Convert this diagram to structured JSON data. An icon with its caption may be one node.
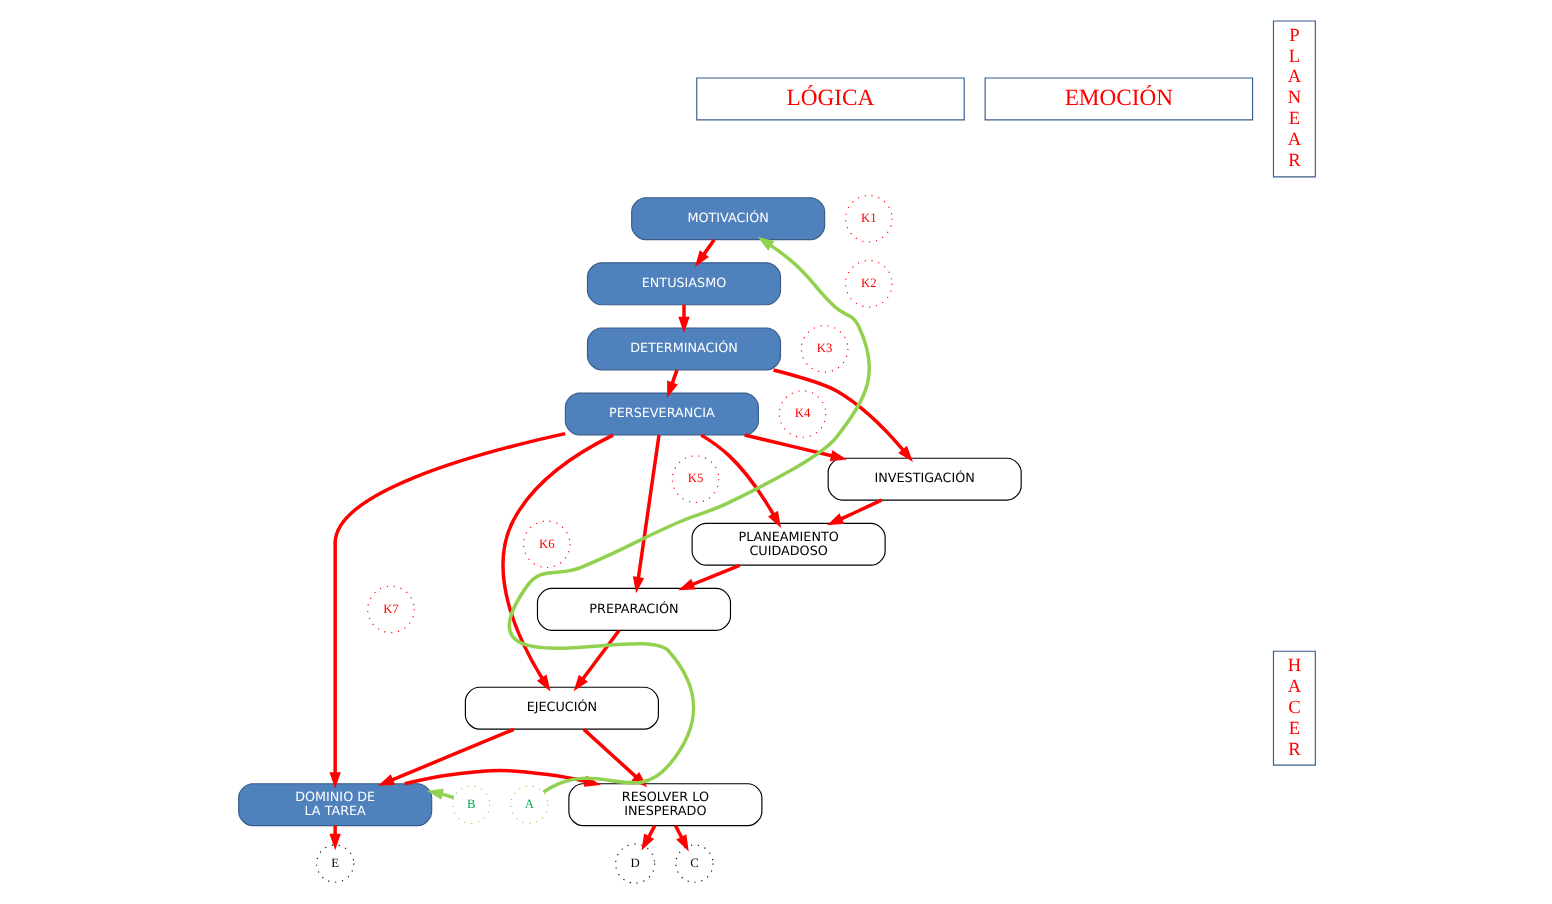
{
  "diagram": {
    "nodes": [
      {
        "text": [
          "LÓGICA"
        ]
      },
      {
        "text": [
          "EMOCIÓN"
        ]
      },
      {
        "text": [
          "PLANEAR"
        ]
      },
      {
        "text": [
          "HACER"
        ]
      },
      {
        "text": [
          "MOTIVACIÓN"
        ]
      },
      {
        "text": [
          "K1"
        ]
      },
      {
        "text": [
          "ENTUSIASMO"
        ]
      },
      {
        "text": [
          "K2"
        ]
      },
      {
        "text": [
          "DETERMINACIÓN"
        ]
      },
      {
        "text": [
          "K3"
        ]
      },
      {
        "text": [
          "PERSEVERANCIA"
        ]
      },
      {
        "text": [
          "K4"
        ]
      },
      {
        "text": [
          "INVESTIGACIÓN"
        ]
      },
      {
        "text": [
          "K5"
        ]
      },
      {
        "text": [
          "PLANEAMIENTO CUIDADOSO"
        ]
      },
      {
        "text": [
          "K6"
        ]
      },
      {
        "text": [
          "PREPARACIÓN"
        ]
      },
      {
        "text": [
          "K7"
        ]
      },
      {
        "text": [
          "EJECUCIÓN"
        ]
      },
      {
        "text": [
          "RESOLVER LO INESPERADO"
        ]
      },
      {
        "text": [
          "DOMINIO DE LA TAREA"
        ]
      },
      {
        "text": [
          "A"
        ]
      },
      {
        "text": [
          "C"
        ]
      },
      {
        "text": [
          "D"
        ]
      },
      {
        "text": [
          "E"
        ]
      },
      {
        "text": [
          "B"
        ]
      }
    ],
    "edges": [
      {
        "from": 21,
        "to": 4,
        "arrow": "to",
        "color": "#92d050"
      },
      {
        "from": 4,
        "to": 6,
        "arrow": "to"
      },
      {
        "from": 6,
        "to": 8,
        "arrow": "to"
      },
      {
        "from": 8,
        "to": 10,
        "arrow": "to"
      },
      {
        "from": 8,
        "to": 12,
        "arrow": "to"
      },
      {
        "from": 10,
        "to": 12,
        "arrow": "to"
      },
      {
        "from": 10,
        "to": 14,
        "arrow": "to"
      },
      {
        "from": 10,
        "to": 16,
        "arrow": "to"
      },
      {
        "from": 10,
        "to": 18,
        "arrow": "to"
      },
      {
        "from": 10,
        "to": 20,
        "arrow": "to"
      },
      {
        "from": 12,
        "to": 14,
        "arrow": "to"
      },
      {
        "from": 14,
        "to": 16,
        "arrow": "to"
      },
      {
        "from": 16,
        "to": 18,
        "arrow": "to"
      },
      {
        "from": 18,
        "to": 19,
        "arrow": "to"
      },
      {
        "from": 18,
        "to": 20,
        "arrow": "to"
      },
      {
        "from": 20,
        "to": 19,
        "arrow": "to"
      },
      {
        "from": 25,
        "to": 20,
        "arrow": "to",
        "color": "#92d050"
      },
      {
        "from": 19,
        "to": 22,
        "arrow": "to"
      },
      {
        "from": 19,
        "to": 23,
        "arrow": "to"
      },
      {
        "from": 20,
        "to": 24,
        "arrow": "to"
      }
    ]
  }
}
